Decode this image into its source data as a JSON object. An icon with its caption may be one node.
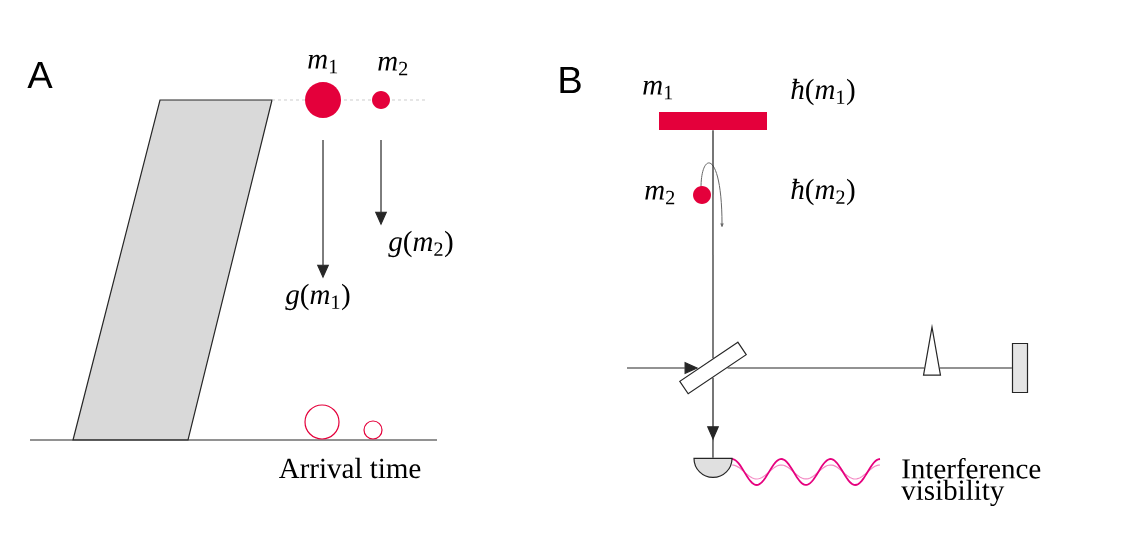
{
  "diagram": {
    "nodes": [
      {
        "text": [
          "*m*$_{1}$"
        ]
      },
      {
        "text": [
          "*m*$_{2}$"
        ]
      },
      {
        "text": [
          "*g*(*m*$_{1}$)"
        ]
      },
      {
        "text": [
          "*g*(*m*$_{2}$)"
        ]
      },
      {
        "text": [],
        "shape": "circle"
      },
      {
        "text": [],
        "shape": "circle"
      },
      {
        "text": [
          "*m*$_{1}$"
        ],
        "beside": [
          "*ħ*(*m*$_{1}$)"
        ]
      },
      {
        "text": [
          "*m*$_{2}$"
        ],
        "beside": [
          "*ħ*(*m*$_{2}$)"
        ]
      },
      {
        "text": [],
        "shape": "box"
      },
      {
        "text": [],
        "shape": "triangle"
      },
      {
        "text": [],
        "shape": "box"
      },
      {
        "text": [],
        "shape": "semicircle"
      }
    ],
    "edges": [
      {
        "from": 0,
        "to": 2,
        "arrow": "to"
      },
      {
        "from": 1,
        "to": 3,
        "arrow": "to"
      },
      {
        "from": null,
        "to": 8,
        "arrow": "to"
      },
      {
        "from": 8,
        "to": 6,
        "arrow": "none"
      },
      {
        "from": 8,
        "to": 9,
        "arrow": "none"
      },
      {
        "from": 9,
        "to": 10,
        "arrow": "none"
      },
      {
        "from": 8,
        "to": 11,
        "arrow": "to"
      }
    ],
    "labels": [
      "A",
      "Arrival time",
      "B",
      "Interference visibility"
    ]
  }
}
